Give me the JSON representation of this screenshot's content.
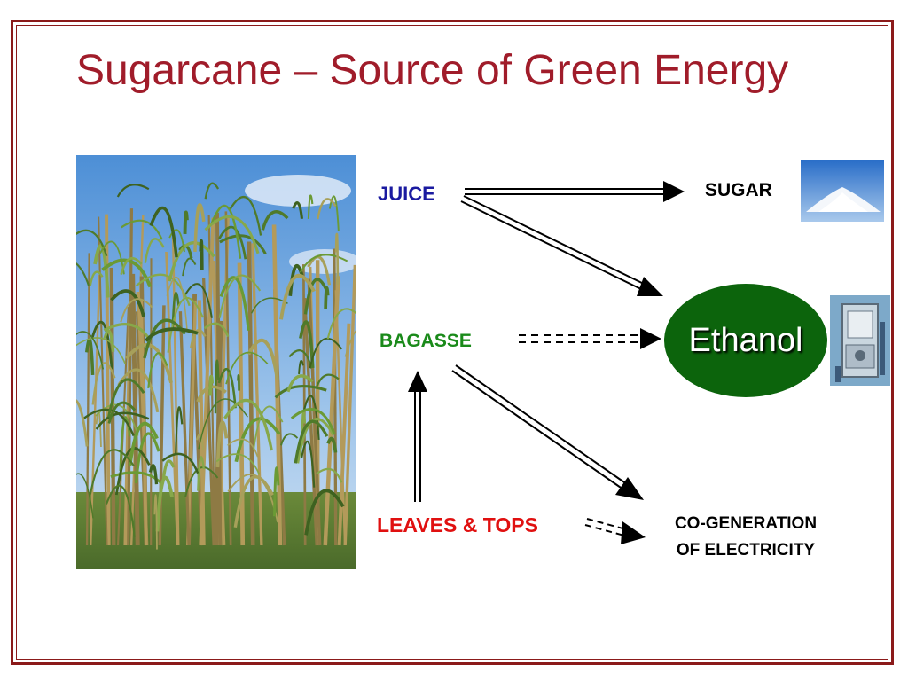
{
  "slide": {
    "title": "Sugarcane – Source of Green Energy"
  },
  "nodes": {
    "juice": "JUICE",
    "sugar": "SUGAR",
    "bagasse": "BAGASSE",
    "ethanol": "Ethanol",
    "leaves_tops": "LEAVES & TOPS",
    "cogeneration_line1": "CO-GENERATION",
    "cogeneration_line2": "OF ELECTRICITY"
  },
  "colors": {
    "title": "#a01c2a",
    "frame": "#8b1a1a",
    "juice": "#1a1aa0",
    "bagasse": "#1a8a1a",
    "leaves": "#e01010",
    "ethanol_fill": "#0c640c"
  },
  "images": {
    "sugarcane_photo": "sugarcane-field-photo",
    "sugar_photo": "sugar-pile-photo",
    "ethanol_photo": "ethanol-plant-equipment-photo"
  },
  "edges": [
    {
      "from": "juice",
      "to": "sugar",
      "style": "double"
    },
    {
      "from": "juice",
      "to": "ethanol",
      "style": "double"
    },
    {
      "from": "bagasse",
      "to": "ethanol",
      "style": "dashed"
    },
    {
      "from": "bagasse",
      "to": "cogeneration",
      "style": "double"
    },
    {
      "from": "leaves_tops",
      "to": "bagasse",
      "style": "double"
    },
    {
      "from": "leaves_tops",
      "to": "cogeneration",
      "style": "dashed"
    }
  ]
}
